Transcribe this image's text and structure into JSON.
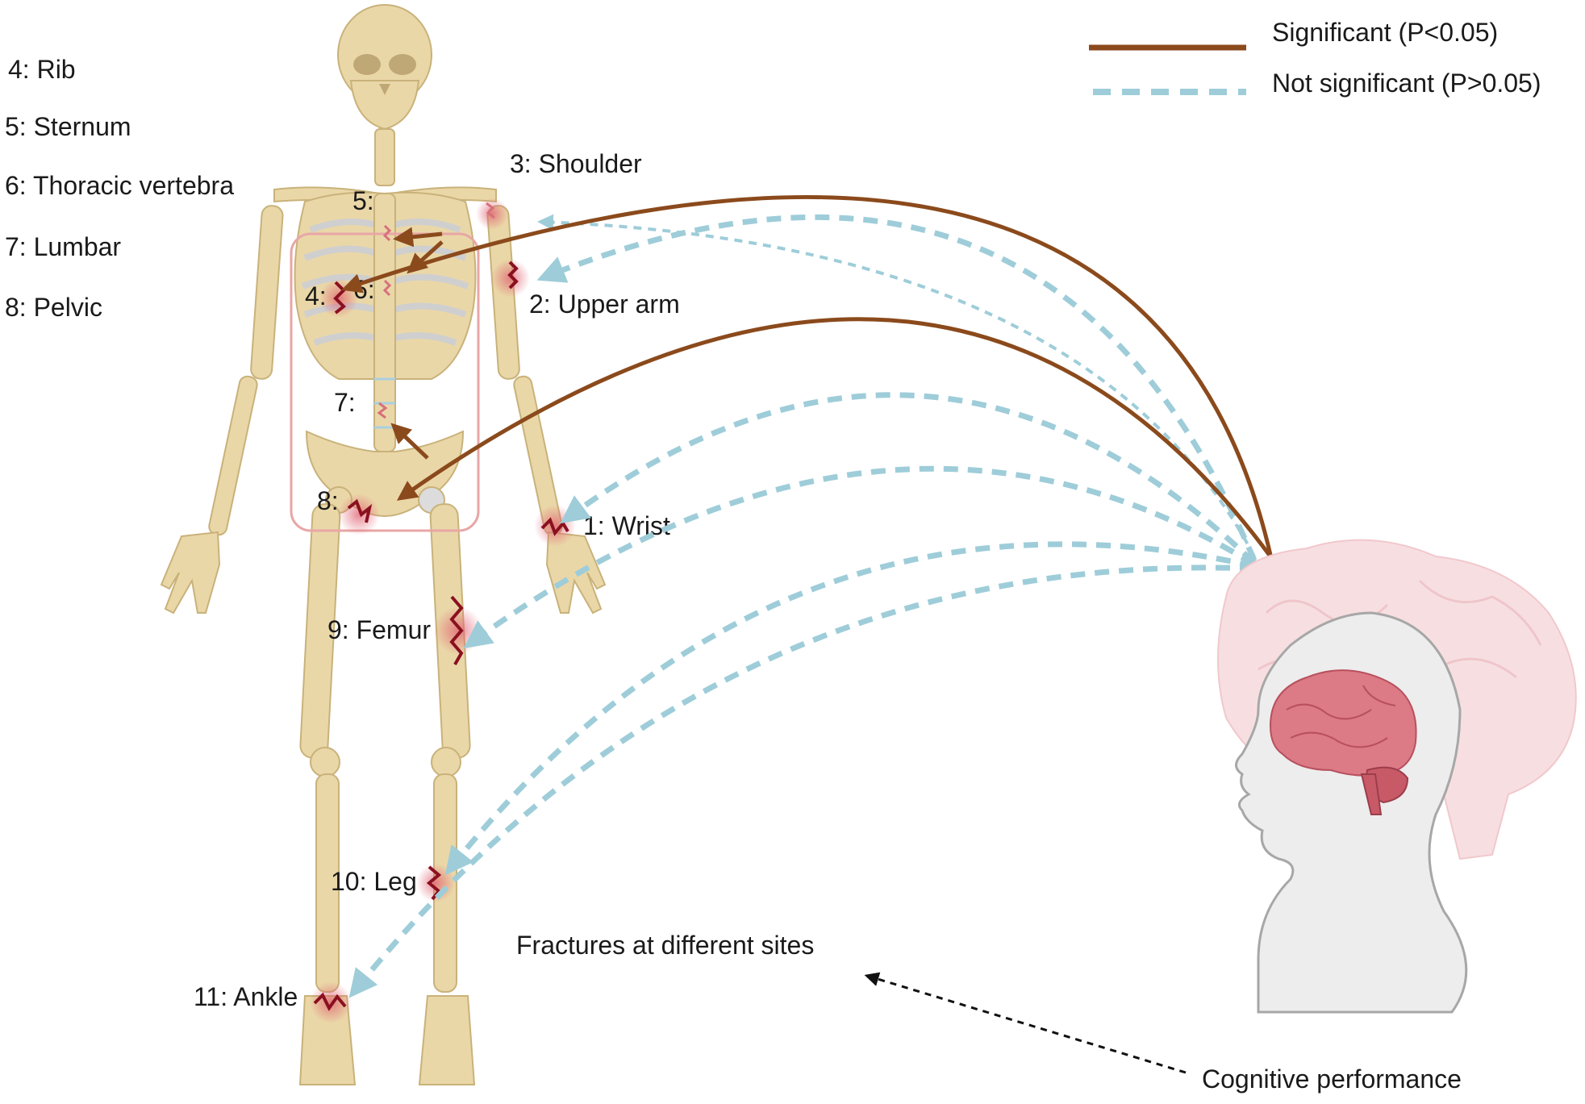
{
  "legend": {
    "significant": "Significant (P<0.05)",
    "not_significant": "Not significant (P>0.05)"
  },
  "side_labels": {
    "rib": "4: Rib",
    "sternum": "5: Sternum",
    "thoracic": "6: Thoracic vertebra",
    "lumbar": "7: Lumbar",
    "pelvic": "8: Pelvic"
  },
  "sites": {
    "wrist": "1: Wrist",
    "upper_arm": "2: Upper arm",
    "shoulder": "3: Shoulder",
    "rib": "4:",
    "sternum": "5:",
    "thoracic": "6:",
    "lumbar": "7:",
    "pelvic": "8:",
    "femur": "9: Femur",
    "leg": "10: Leg",
    "ankle": "11: Ankle"
  },
  "captions": {
    "fractures": "Fractures at different sites",
    "cognitive": "Cognitive performance"
  },
  "colors": {
    "significant": "#8b4a1c",
    "not_significant": "#9ecdd9",
    "bone": "#ead7a8",
    "bone_stroke": "#c9b27a",
    "fracture": "#8a1020",
    "fracture_glow": "#e06070",
    "brain_large": "#f5d9dc",
    "brain_small": "#d9707e",
    "head": "#ececec"
  }
}
